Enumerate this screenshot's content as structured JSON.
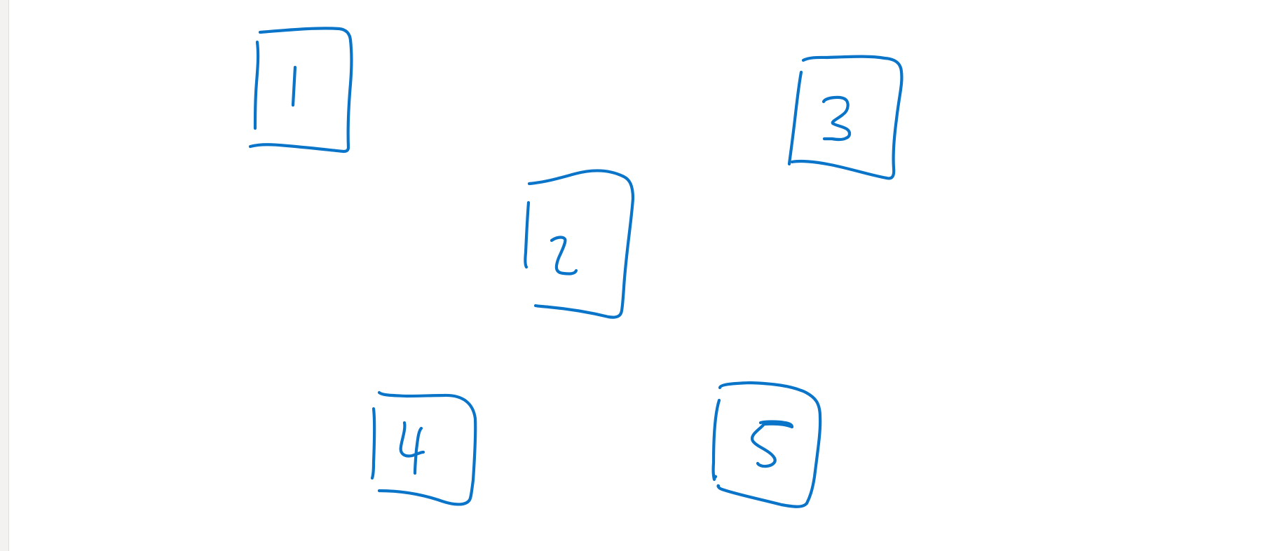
{
  "canvas": {
    "background_color": "#ffffff",
    "rail_color": "#f3f2f1",
    "ink_color": "#0a74c9"
  },
  "drawings": [
    {
      "name": "box-1",
      "digit": "1"
    },
    {
      "name": "box-2",
      "digit": "2"
    },
    {
      "name": "box-3",
      "digit": "3"
    },
    {
      "name": "box-4",
      "digit": "4"
    },
    {
      "name": "box-5",
      "digit": "5"
    }
  ]
}
